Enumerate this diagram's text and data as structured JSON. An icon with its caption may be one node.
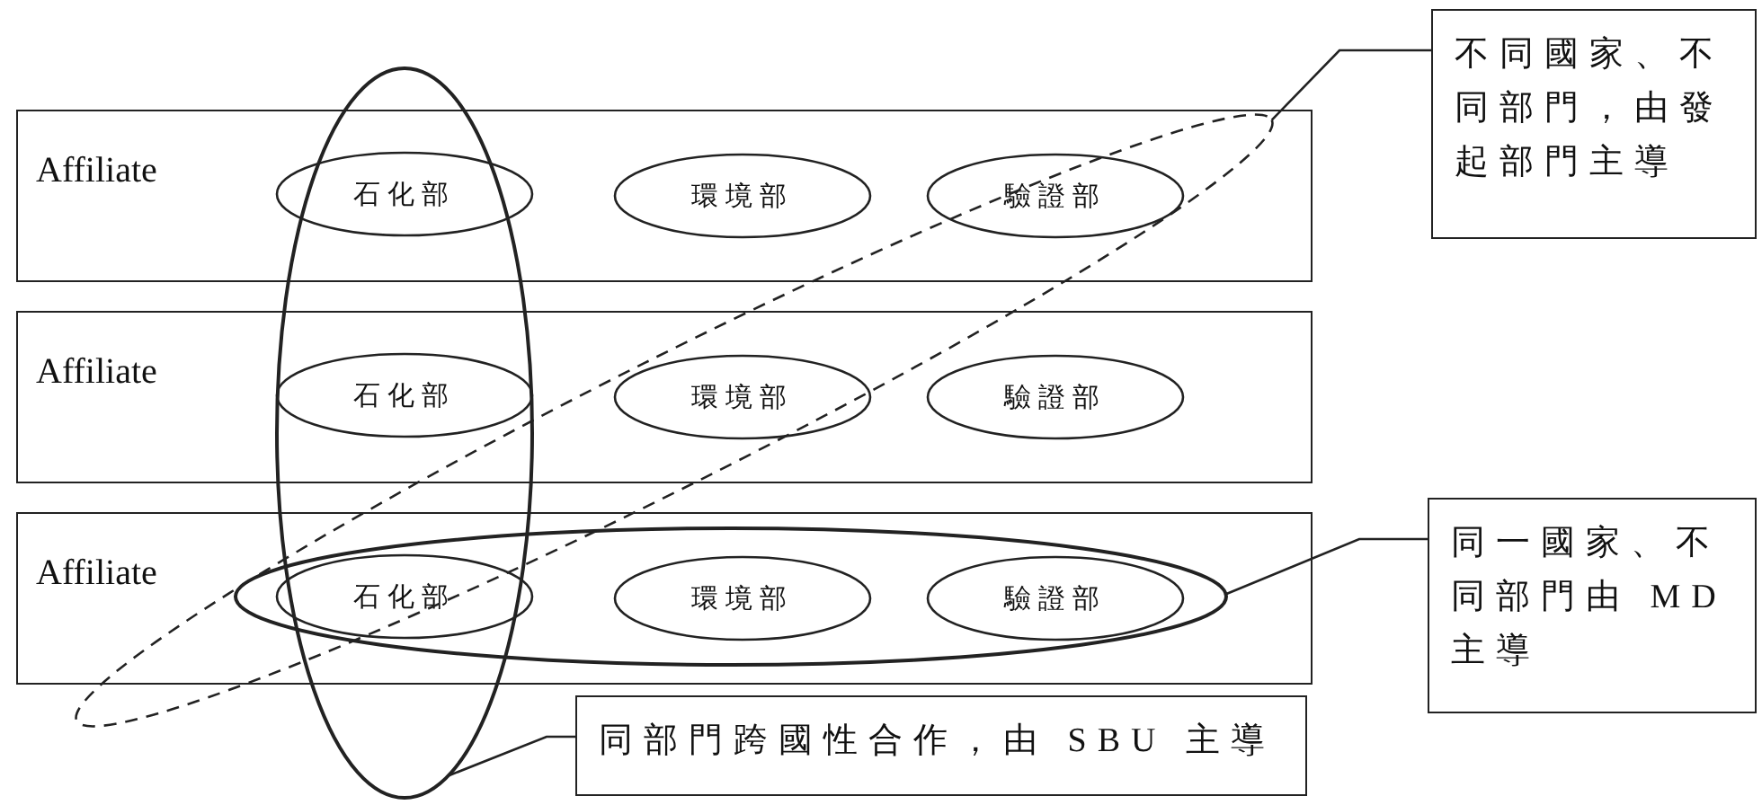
{
  "diagram": {
    "nodes": [
      {
        "text": [
          "Affiliate"
        ]
      },
      {
        "text": [
          "石化部"
        ]
      },
      {
        "text": [
          "環境部"
        ],
        "in": 0
      },
      {
        "text": [
          "驗證部"
        ],
        "in": 0
      },
      {
        "text": [
          "Affiliate"
        ]
      },
      {
        "text": [
          "石化部"
        ]
      },
      {
        "text": [
          "環境部"
        ],
        "in": 4
      },
      {
        "text": [
          "驗證部"
        ],
        "in": 4
      },
      {
        "text": [
          "Affiliate"
        ]
      },
      {
        "text": [
          "石化部"
        ]
      },
      {
        "text": [
          "環境部"
        ],
        "in": 14
      },
      {
        "text": [
          "驗證部"
        ],
        "in": 14
      },
      {
        "text": [],
        "shape": "ellipse"
      },
      {
        "text": [],
        "shape": "ellipse"
      },
      {
        "text": [],
        "shape": "ellipse",
        "in": 8
      },
      {
        "text": [
          "不同國家、不同部門，由發起部門主導"
        ]
      },
      {
        "text": [
          "同一國家、不同部門由 MD 主導"
        ]
      },
      {
        "text": [
          "同部門跨國性合作，由 SBU 主導"
        ]
      }
    ],
    "edges": [
      {
        "from": 15,
        "to": 13,
        "arrow": "none"
      },
      {
        "from": 16,
        "to": 14,
        "arrow": "none"
      },
      {
        "from": 17,
        "to": 12,
        "arrow": "none"
      }
    ]
  }
}
